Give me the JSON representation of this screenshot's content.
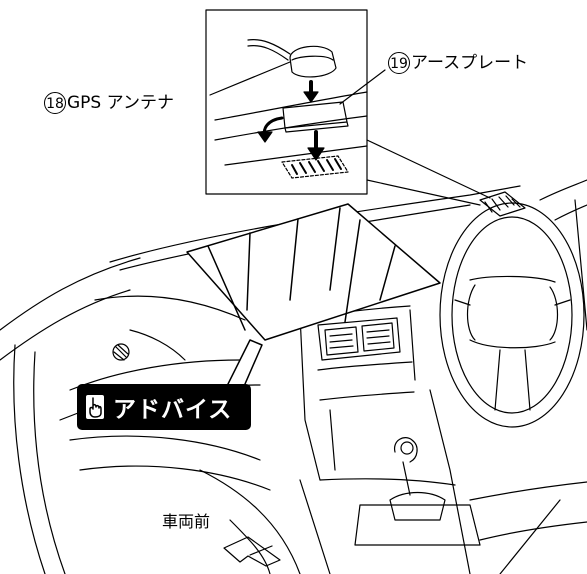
{
  "labels": {
    "gps_antenna": {
      "number": "18",
      "text": "GPS アンテナ"
    },
    "earth_plate": {
      "number": "19",
      "text": "アースプレート"
    },
    "advice": "アドバイス",
    "vehicle_front": "車両前"
  },
  "icons": {
    "advice_icon": "pointing-hand-icon",
    "front_arrow": "direction-arrow-icon"
  },
  "colors": {
    "line": "#000000",
    "background": "#ffffff",
    "advice_badge": "#000000"
  }
}
